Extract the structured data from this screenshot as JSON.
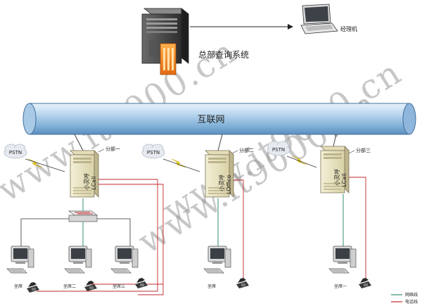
{
  "hq": {
    "label": "总部查询系统"
  },
  "manager": {
    "label": "经理机"
  },
  "internet": {
    "label": "互联网"
  },
  "branches": [
    {
      "name": "分部一",
      "pstn": "PSTN",
      "server_line1": "小灵呼",
      "server_line2": "LCall"
    },
    {
      "name": "分部二",
      "pstn": "PSTN",
      "server_line1": "小灵呼",
      "server_line2": "LOffice"
    },
    {
      "name": "分部三",
      "pstn": "PSTN",
      "server_line1": "小灵呼",
      "server_line2": "LCall"
    }
  ],
  "seats": [
    "坐席",
    "坐席二",
    "坐席三",
    "坐席",
    "坐席一"
  ],
  "legend": [
    {
      "label": "网络线",
      "color": "#2f8f75"
    },
    {
      "label": "电话线",
      "color": "#c0282d"
    }
  ],
  "watermarks": [
    "www.it9000.cn",
    "www.it9000.cn",
    "www.it9000.cn"
  ]
}
